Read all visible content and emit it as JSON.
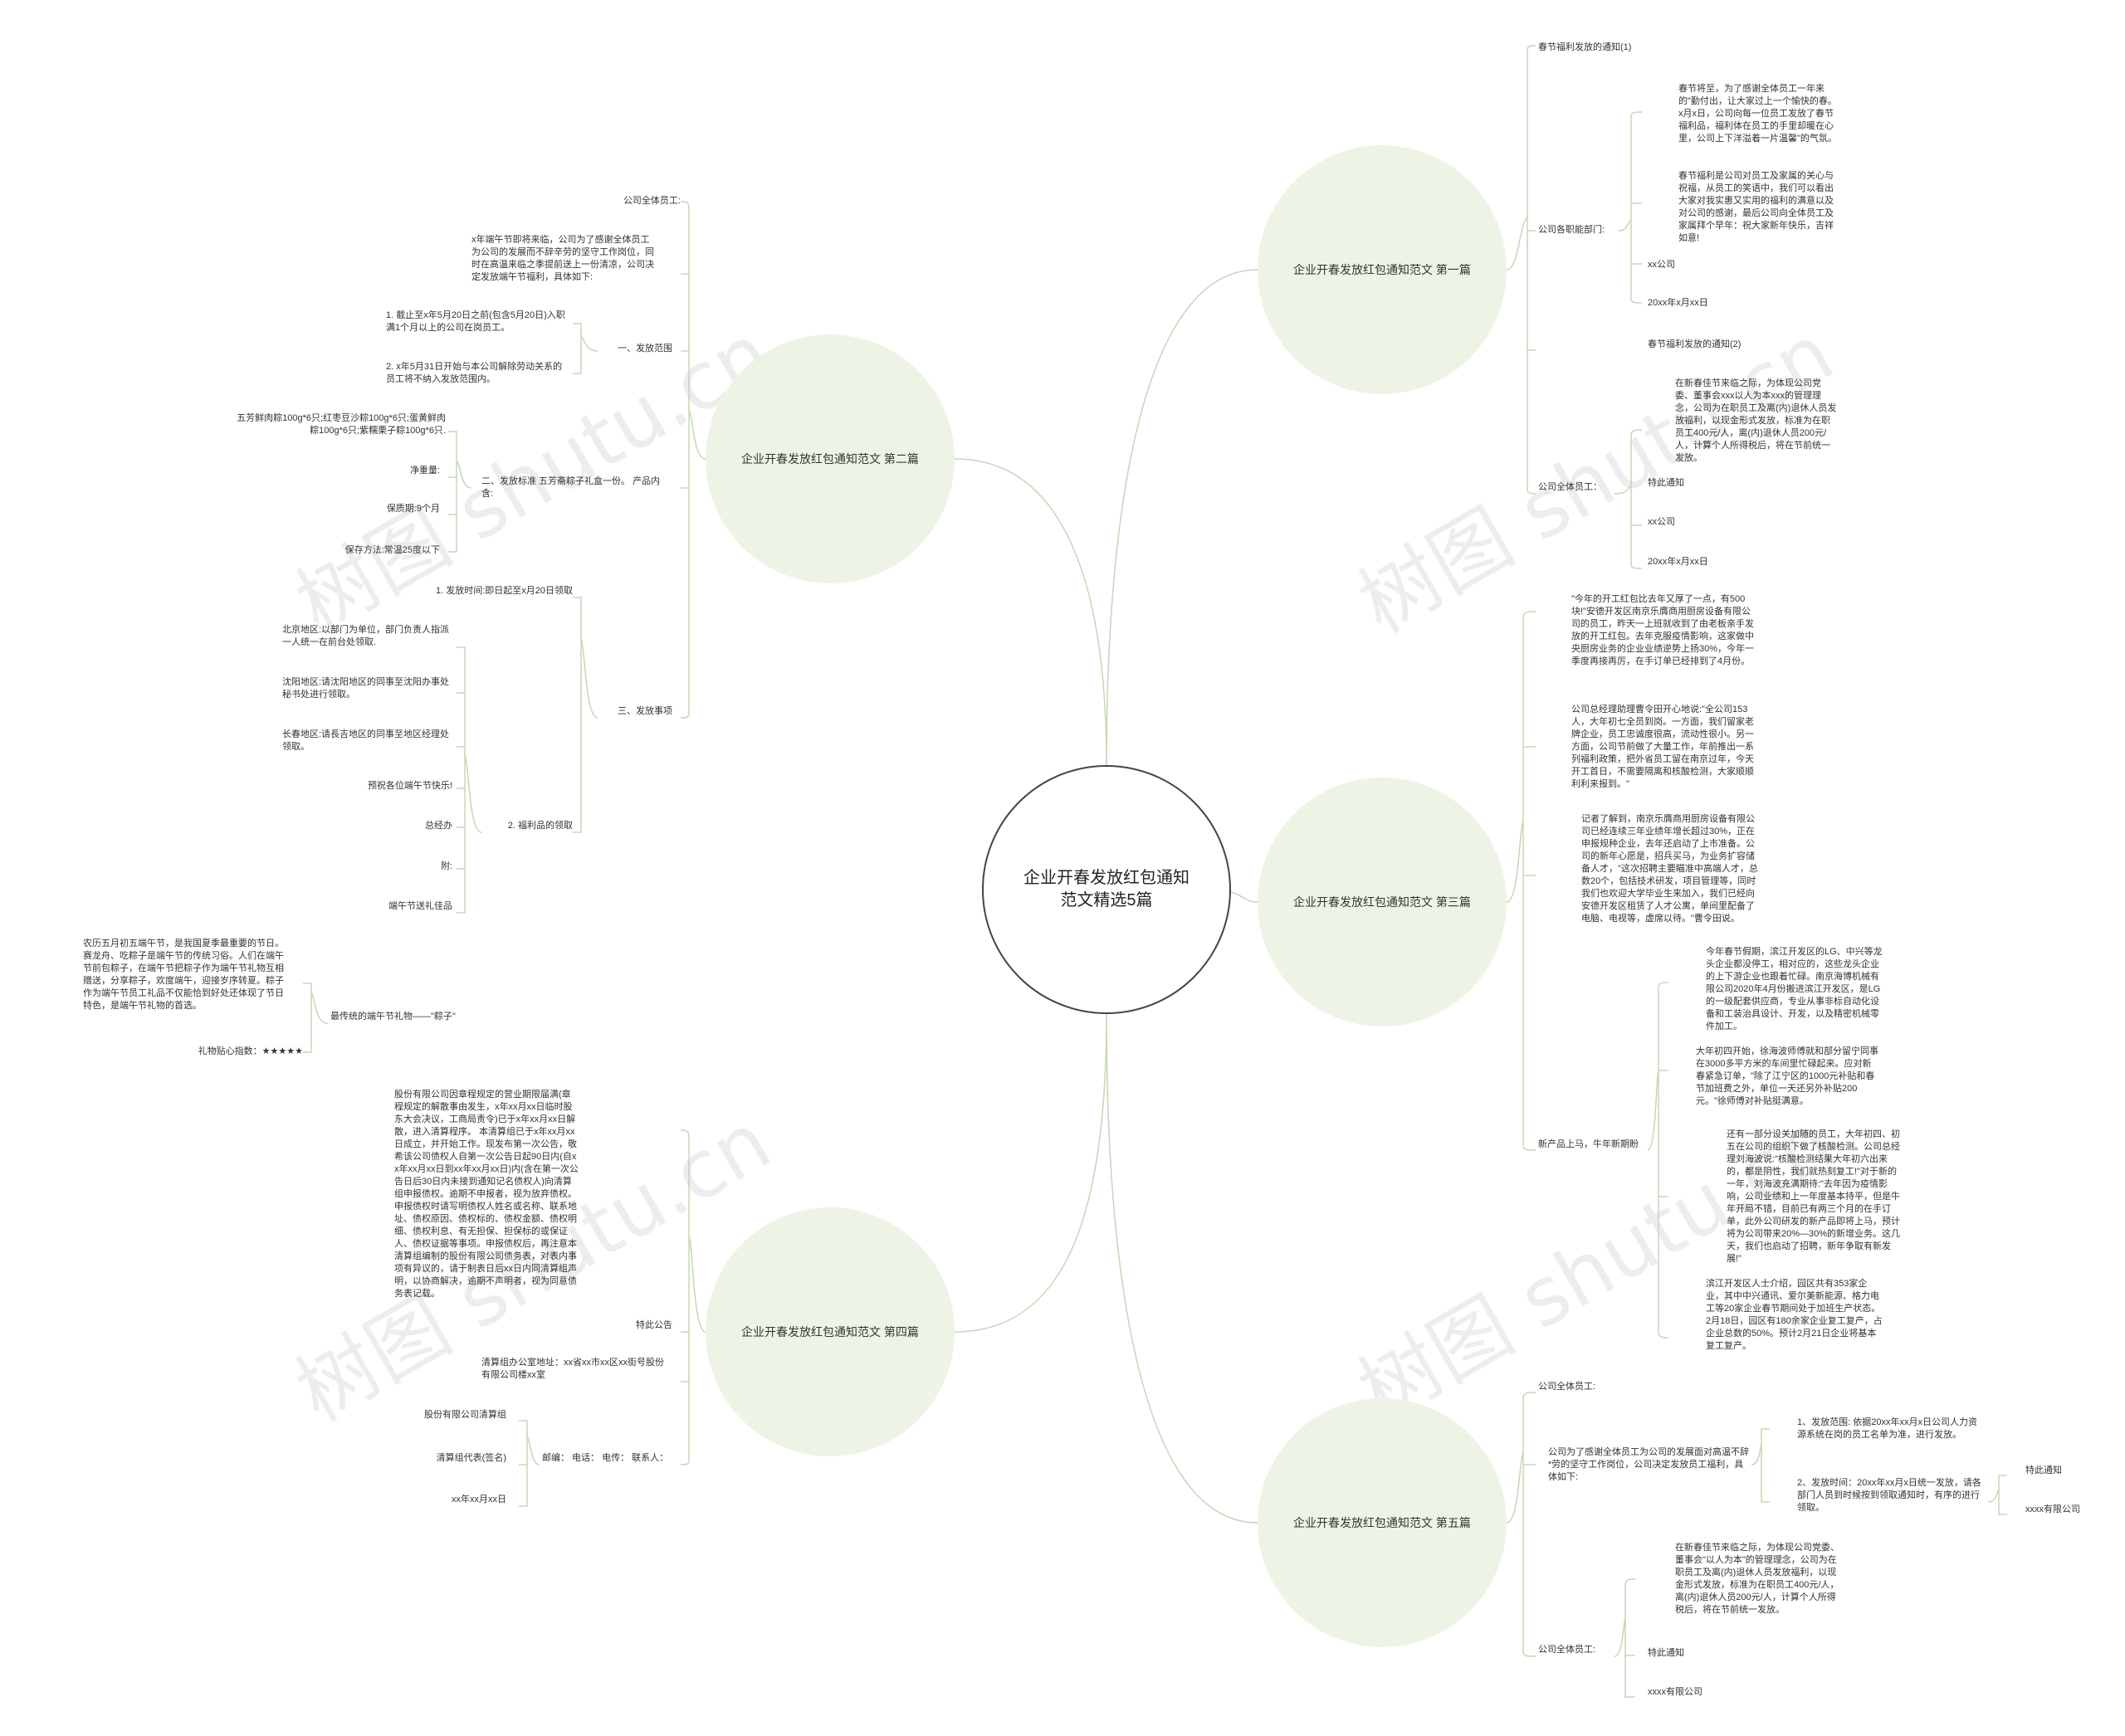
{
  "root": "企业开春发放红包通知范文精选5篇",
  "watermark": "树图 shutu.cn",
  "colors": {
    "branch_bg": "#eef4e5",
    "line": "#c5d8b6"
  },
  "branches": {
    "b1": {
      "title": "企业开春发放红包通知范文 第一篇",
      "n1": "春节福利发放的通知(1)",
      "n2": "公司各职能部门:",
      "n2a": "春节将至，为了感谢全体员工一年来的\"勤付出，让大家过上一个愉快的春。x月x日，公司向每一位员工发放了春节福利品，福利体在员工的手里却暖在心里，公司上下洋溢着一片温馨\"的气氛。",
      "n2b": "春节福利是公司对员工及家属的关心与祝福，从员工的笑语中，我们可以看出大家对我实惠又实用的福利的满意以及对公司的感谢，最后公司向全体员工及家属拜个早年：祝大家新年快乐，吉祥如意!",
      "n2c": "xx公司",
      "n2d": "20xx年x月xx日",
      "n3": "春节福利发放的通知(2)",
      "n4": "公司全体员工：",
      "n4a": "在新春佳节来临之际，为体现公司党委、董事会xxx以人为本xxx的管理理念，公司为在职员工及离(内)退休人员发放福利，以现金形式发放，标准为在职员工400元/人，离(内)退休人员200元/人，计算个人所得税后，将在节前统一发放。",
      "n4b": "特此通知",
      "n4c": "xx公司",
      "n4d": "20xx年x月xx日"
    },
    "b2": {
      "title": "企业开春发放红包通知范文 第二篇",
      "n1": "公司全体员工:",
      "n2": "x年端午节即将来临，公司为了感谢全体员工为公司的发展而不辞辛劳的坚守工作岗位，同时在高温来临之季提前送上一份清凉，公司决定发放端午节福利，具体如下:",
      "n3": "一、发放范围",
      "n3a": "1. 截止至x年5月20日之前(包含5月20日)入职满1个月以上的公司在岗员工。",
      "n3b": "2. x年5月31日开始与本公司解除劳动关系的员工将不纳入发放范围内。",
      "n4": "二、发放标准 五芳斋粽子礼盒一份。 产品内含:",
      "n4a": "五芳鲜肉粽100g*6只;红枣豆沙粽100g*6只;蛋黄鲜肉粽100g*6只;紫糯栗子粽100g*6只.",
      "n4b": "净重量:",
      "n4c": "保质期:9个月",
      "n4d": "保存方法:常温25度以下",
      "n5": "三、发放事项",
      "n5a": "1. 发放时间:即日起至x月20日领取",
      "n5b": "2. 福利品的领取",
      "n5b1": "北京地区:以部门为单位，部门负责人指派一人统一在前台处领取.",
      "n5b2": "沈阳地区:请沈阳地区的同事至沈阳办事处秘书处进行领取。",
      "n5b3": "长春地区:请長吉地区的同事至地区经理处领取。",
      "n5b4": "预祝各位端午节快乐!",
      "n5b5": "总经办",
      "n5b6": "附:",
      "n5b7": "端午节送礼佳品",
      "n6": "最传统的端午节礼物——\"粽子\"",
      "n6a": "农历五月初五端午节，是我国夏季最重要的节日。赛龙舟、吃粽子是端午节的传统习俗。人们在端午节前包粽子，在端午节把粽子作为端午节礼物互相赠送，分享粽子，欢度端午，迎接岁序转夏。粽子作为端午节员工礼品不仅能恰到好处还体现了节日特色，是端午节礼物的首选。",
      "n6b": "礼物贴心指数：★★★★★"
    },
    "b3": {
      "title": "企业开春发放红包通知范文 第三篇",
      "n1": "\"今年的开工红包比去年又厚了一点，有500块!\"安德开发区南京乐膺商用厨房设备有限公司的员工，昨天一上班就收到了由老板亲手发放的开工红包。去年克服疫情影响，这家做中央厨房业务的企业业绩逆势上扬30%，今年一季度再接再厉，在手订单已经排到了4月份。",
      "n2": "公司总经理助理曹令田开心地说:\"全公司153人，大年初七全员到岗。一方面，我们留家老牌企业，员工忠诚度很高，流动性很小。另一方面，公司节前做了大量工作，年前推出一系列福利政策，把外省员工留在南京过年，今天开工首日，不需要隔离和核酸检测，大家顺顺利利来报到。\"",
      "n3": "记者了解到，南京乐膺商用厨房设备有限公司已经连续三年业绩年增长超过30%，正在申报规种企业，去年还启动了上市准备。公司的新年心愿是，招兵买马，为业务扩容储备人才，\"这次招聘主要瞄准中高端人才，总数20个，包括技术研发，项目管理等，同时我们也欢迎大学毕业生来加入，我们已经向安德开发区租赁了人才公寓，单间里配备了电脑、电视等，虚席以待。\"曹令田说。",
      "n4": "新产品上马，牛年新期盼",
      "n4a": "今年春节假期，滨江开发区的LG、中兴等龙头企业都没停工，相对应的，这些龙头企业的上下游企业也跟着忙碌。南京海博机械有限公司2020年4月份搬进滨江开发区，是LG的一级配套供应商，专业从事非标自动化设备和工装治具设计、开发，以及精密机械零件加工。",
      "n4b": "大年初四开始，徐海波师傅就和部分留宁同事在3000多平方米的车间里忙碌起来。应对新春紧急订单，\"除了江宁区的1000元补贴和春节加班费之外，单位一天还另外补贴200元。\"徐师傅对补贴挺满意。",
      "n4c": "还有一部分设关加随的员工，大年初四、初五在公司的组织下做了核酸检测。公司总经理刘海波说:\"核酸检测结果大年初六出来的，都是阴性，我们就热刻复工!\"对于新的一年，刘海波充满期待:\"去年因为疫情影响，公司业绩和上一年度基本持平，但是牛年开局不错，目前已有两三个月的在手订单，此外公司研发的新产品即将上马，预计将为公司带来20%—30%的新增业务。这几天，我们也启动了招聘，新年争取有新发展!\"",
      "n4d": "滨江开发区人士介绍，园区共有353家企业，其中中兴通讯、爱尔美新能源、格力电工等20家企业春节期间处于加班生产状态。2月18日，园区有180余家企业复工复产，占企业总数的50%。预计2月21日企业将基本复工复产。"
    },
    "b4": {
      "title": "企业开春发放红包通知范文 第四篇",
      "n1": "股份有限公司因章程规定的营业期限届满(章程规定的解散事由发生，x年xx月xx日临时股东大会决议，工商局责令)已于x年xx月xx日解散，进入清算程序。 本清算组已于x年xx月xx日成立，并开始工作。现发布第一次公告，敬希该公司债权人自第一次公告日起90日内(自xx年xx月xx日到xx年xx月xx日)内(含在第一次公告日后30日内未接到通知记名债权人)向清算组申报债权。逾期不申报者，视为放弃债权。申报债权时请写明债权人姓名或名称、联系地址、债权原因、债权标的、债权金额、债权明细、债权利息、有无担保、担保标的或保证人、债权证据等事项。申报债权后，再注意本清算组编制的股份有限公司债务表，对表内事项有异议的，请于制表日后xx日内同清算组声明，以协商解决，逾期不声明者，视为同意债务表记载。",
      "n2": "特此公告",
      "n3": "清算组办公室地址：xx省xx市xx区xx街号股份有限公司楼xx室",
      "n4": "邮编： 电话： 电传： 联系人：",
      "n4a": "股份有限公司清算组",
      "n4b": "清算组代表(签名)",
      "n4c": "xx年xx月xx日"
    },
    "b5": {
      "title": "企业开春发放红包通知范文 第五篇",
      "n1": "公司全体员工:",
      "n2": "公司为了感谢全体员工为公司的发展面对高温不辞*劳的坚守工作岗位，公司决定发放员工福利，具体如下:",
      "n2a": "1、发放范围: 依据20xx年xx月x日公司人力资源系统在岗的员工名单为准，进行发放。",
      "n2b": "2、发放时间：20xx年xx月x日统一发放，请各部门人员到时候按到领取通知时，有序的进行领取。",
      "n2b1": "特此通知",
      "n2b2": "xxxx有限公司",
      "n3": "公司全体员工:",
      "n3a": "在新春佳节来临之际，为体现公司党委、董事会\"以人为本\"的管理理念，公司为在职员工及离(内)退休人员发放福利，以现金形式发放，标准为在职员工400元/人，离(内)退休人员200元/人，计算个人所得税后，将在节前统一发放。",
      "n3b": "特此通知",
      "n3c": "xxxx有限公司"
    }
  }
}
